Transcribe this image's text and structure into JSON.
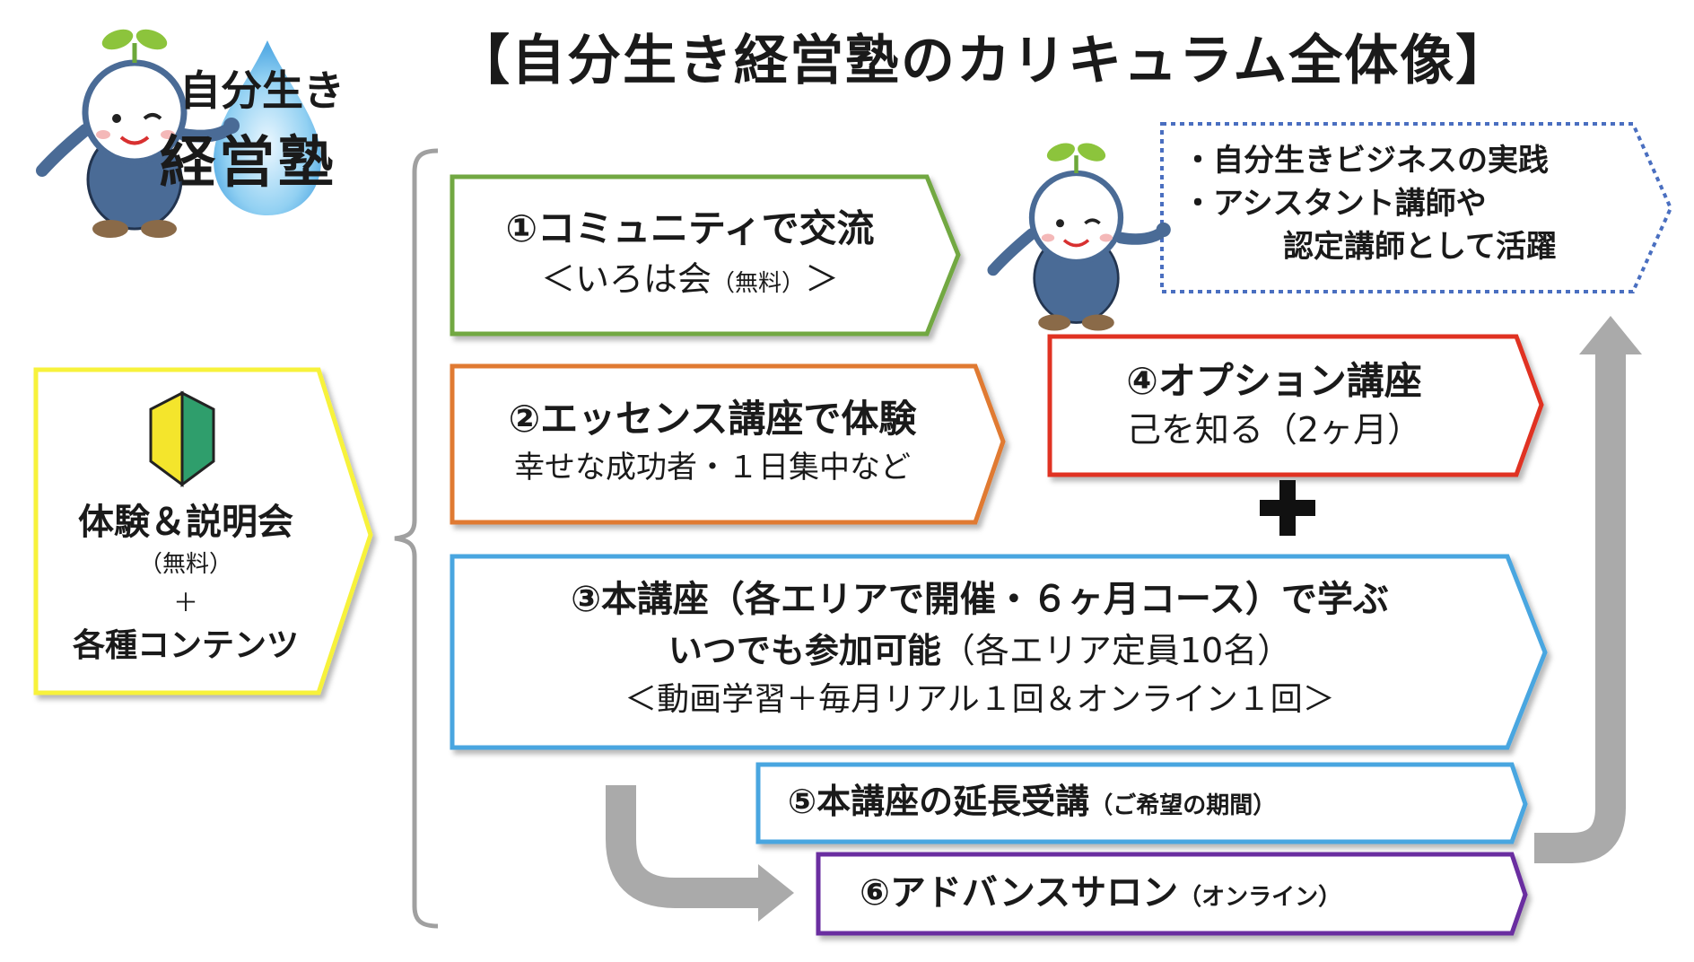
{
  "title": "【自分生き経営塾のカリキュラム全体像】",
  "logo": {
    "line1": "自分生き",
    "line2": "経営塾"
  },
  "intro": {
    "main": "体験＆説明会",
    "sub": "（無料）",
    "plus": "＋",
    "extra": "各種コンテンツ"
  },
  "step1": {
    "title": "①コミュニティで交流",
    "sub_a": "＜いろは会",
    "sub_b": "（無料）",
    "sub_c": "＞"
  },
  "step2": {
    "title": "②エッセンス講座で体験",
    "sub": "幸せな成功者・１日集中など"
  },
  "step3": {
    "title": "③本講座（各エリアで開催・６ヶ月コース）で学ぶ",
    "line2_bold": "いつでも参加可能",
    "line2_regular": "（各エリア定員10名）",
    "line3": "＜動画学習＋毎月リアル１回＆オンライン１回＞"
  },
  "step4": {
    "title": "④オプション講座",
    "sub": "己を知る（2ヶ月）"
  },
  "plus_sign": "＋",
  "step5": {
    "title": "⑤本講座の延長受講",
    "note": "（ご希望の期間）"
  },
  "step6": {
    "title": "⑥アドバンスサロン",
    "note": "（オンライン）"
  },
  "goal": {
    "line1": "・自分生きビジネスの実践",
    "line2": "・アシスタント講師や",
    "line3": "認定講師として活躍"
  },
  "colors": {
    "intro_border": "#f7f23a",
    "step1_border": "#72a843",
    "step2_border": "#e07a30",
    "step3_border": "#4aa6e0",
    "step4_border": "#e03020",
    "step5_border": "#4aa6e0",
    "step6_border": "#6a2fa0",
    "goal_border": "#4a6fc0",
    "arrow_gray": "#aaaaaa",
    "mascot_body": "#4a6b96",
    "leaf": "#8cc43c"
  }
}
